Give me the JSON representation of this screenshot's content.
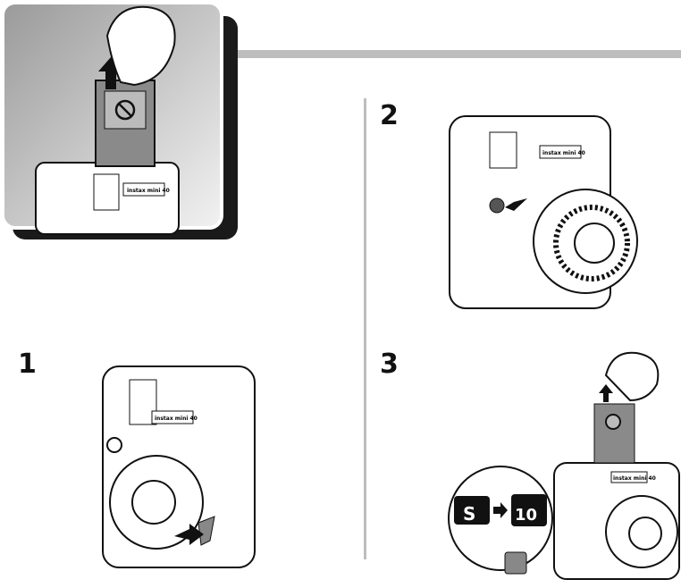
{
  "steps": {
    "step1": "1",
    "step2": "2",
    "step3": "3"
  },
  "camera_logo": "instax mini 40",
  "counter": {
    "before": "S",
    "after": "10"
  },
  "colors": {
    "divider": "#bdbdbd",
    "inset_shadow": "#1a1a1a",
    "film": "#8a8a8a"
  }
}
